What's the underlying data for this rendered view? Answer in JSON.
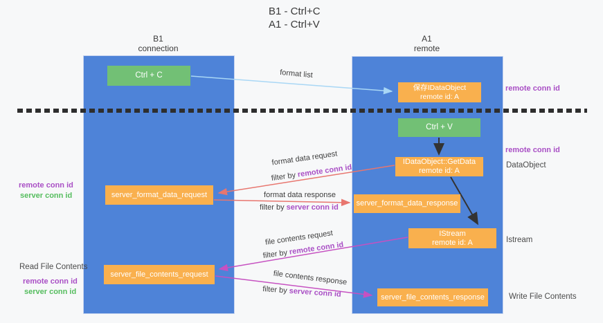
{
  "title": {
    "line1": "B1 - Ctrl+C",
    "line2": "A1 - Ctrl+V"
  },
  "lanes": {
    "left": {
      "name": "B1",
      "subtitle": "connection"
    },
    "right": {
      "name": "A1",
      "subtitle": "remote"
    }
  },
  "boxes": {
    "ctrl_c": {
      "label": "Ctrl + C"
    },
    "ctrl_v": {
      "label": "Ctrl + V"
    },
    "saved_dataobject": {
      "line1": "保存IDataObject",
      "line2": "remote id: A"
    },
    "getdata": {
      "line1": "IDataObject::GetData",
      "line2": "remote id: A"
    },
    "istream": {
      "line1": "IStream",
      "line2": "remote id: A"
    },
    "format_request": {
      "label": "server_format_data_request"
    },
    "format_response": {
      "label": "server_format_data_response"
    },
    "file_request": {
      "label": "server_file_contents_request"
    },
    "file_response": {
      "label": "server_file_contents_response"
    }
  },
  "arrow_labels": {
    "format_list": "format list",
    "format_data_request": "format data request",
    "format_data_response": "format data response",
    "file_contents_request": "file contents request",
    "file_contents_response": "file contents response",
    "filter_by": "filter by"
  },
  "strings": {
    "remote_conn_id": "remote conn id",
    "server_conn_id": "server conn id"
  },
  "side_labels": {
    "read_file_contents": "Read File Contents",
    "write_file_contents": "Write File Contents",
    "dataobject": "DataObject",
    "istream": "Istream"
  },
  "colors": {
    "lane_blue": "#4e83d8",
    "box_green": "#72c075",
    "box_orange": "#f9b04e",
    "remote_conn_purple": "#a94fc5",
    "server_conn_green": "#55bd5e",
    "arrow_red": "#e8766f",
    "arrow_magenta": "#c651c1",
    "arrow_blue": "#a9d7f5",
    "arrow_black": "#333333",
    "background": "#f7f8f9"
  }
}
